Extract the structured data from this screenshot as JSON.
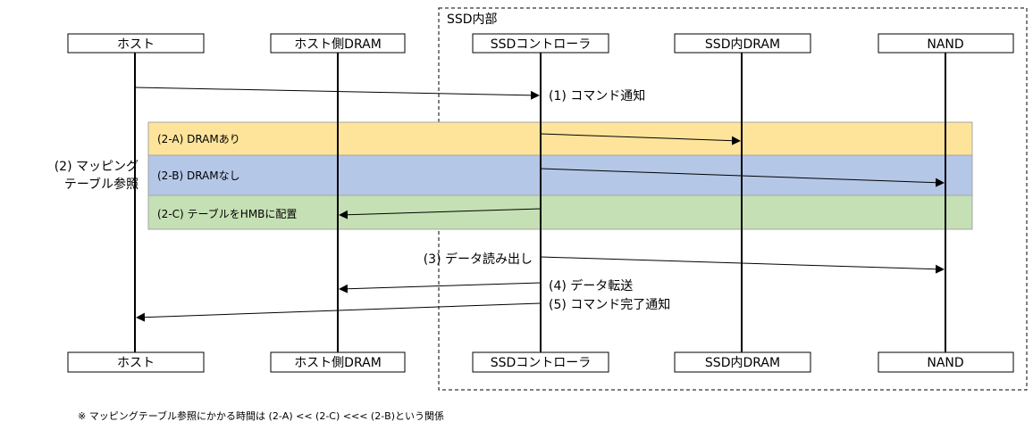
{
  "ssd_region": {
    "title": "SSD内部"
  },
  "participants": [
    {
      "id": "host",
      "label": "ホスト"
    },
    {
      "id": "host-dram",
      "label": "ホスト側DRAM"
    },
    {
      "id": "ssd-controller",
      "label": "SSDコントローラ"
    },
    {
      "id": "ssd-dram",
      "label": "SSD内DRAM"
    },
    {
      "id": "nand",
      "label": "NAND"
    }
  ],
  "messages": {
    "m1": "(1) コマンド通知",
    "m3": "(3) データ読み出し",
    "m4": "(4) データ転送",
    "m5": "(5) コマンド完了通知"
  },
  "mapping": {
    "label_line1": "(2) マッピング",
    "label_line2": "テーブル参照",
    "bands": [
      {
        "label": "(2-A) DRAMあり",
        "color": "#fde49a"
      },
      {
        "label": "(2-B) DRAMなし",
        "color": "#b4c7e7"
      },
      {
        "label": "(2-C) テーブルをHMBに配置",
        "color": "#c5e0b4"
      }
    ]
  },
  "footnote": "※ マッピングテーブル参照にかかる時間は (2-A) << (2-C) <<< (2-B)という関係"
}
